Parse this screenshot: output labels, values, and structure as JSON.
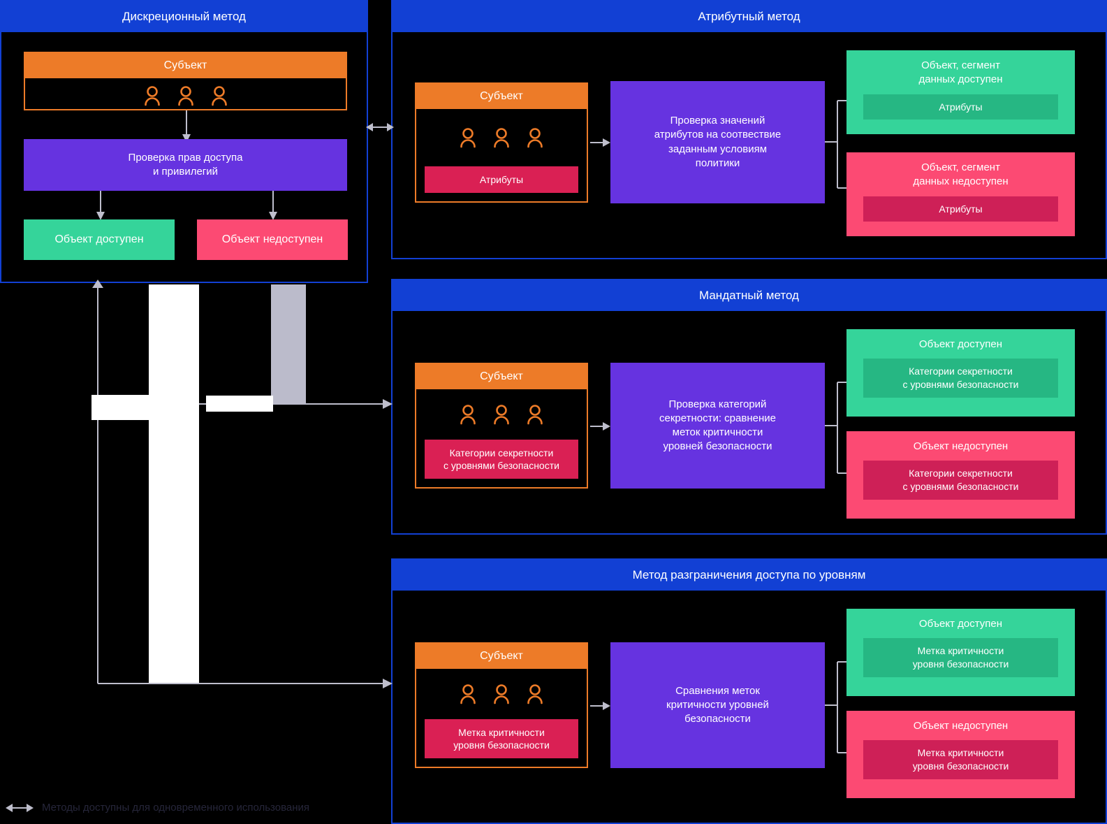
{
  "colors": {
    "background": "#000000",
    "panel_border": "#1240D4",
    "header_blue": "#1240D4",
    "subject_orange": "#ED7B28",
    "process_purple": "#6633E0",
    "allowed_green": "#35D49A",
    "allowed_green_badge": "#26B783",
    "denied_pink": "#FC4A73",
    "denied_pink_badge": "#CE2057",
    "subject_badge_crimson": "#DA2054",
    "connector_grey": "#BEBECC",
    "legend_text": "#26263A"
  },
  "panels": {
    "discretionary": {
      "title": "Дискреционный метод",
      "subject": {
        "title": "Субъект",
        "icon": "person-icon",
        "icon_count": 3
      },
      "process": {
        "text": "Проверка прав доступа\nи привилегий"
      },
      "outcomes": [
        {
          "variant": "green",
          "title": "Объект доступен"
        },
        {
          "variant": "pink",
          "title": "Объект недоступен"
        }
      ]
    },
    "attribute": {
      "title": "Атрибутный метод",
      "subject": {
        "title": "Субъект",
        "icon": "person-icon",
        "icon_count": 3,
        "badge": "Атрибуты"
      },
      "process": {
        "text": "Проверка значений\nатрибутов на соотвествие\nзаданным условиям\nполитики"
      },
      "outcomes": [
        {
          "variant": "green",
          "title": "Объект, сегмент\nданных доступен",
          "badge": "Атрибуты"
        },
        {
          "variant": "pink",
          "title": "Объект, сегмент\nданных недоступен",
          "badge": "Атрибуты"
        }
      ]
    },
    "mandatory": {
      "title": "Мандатный метод",
      "subject": {
        "title": "Субъект",
        "icon": "person-icon",
        "icon_count": 3,
        "badge": "Категории секретности\nс уровнями безопасности"
      },
      "process": {
        "text": "Проверка категорий\nсекретности: сравнение\nметок критичности\nуровней безопасности"
      },
      "outcomes": [
        {
          "variant": "green",
          "title": "Объект доступен",
          "badge": "Категории секретности\nс уровнями безопасности"
        },
        {
          "variant": "pink",
          "title": "Объект недоступен",
          "badge": "Категории секретности\nс уровнями безопасности"
        }
      ]
    },
    "levels": {
      "title": "Метод разграничения доступа по уровням",
      "subject": {
        "title": "Субъект",
        "icon": "person-icon",
        "icon_count": 3,
        "badge": "Метка критичности\nуровня безопасности"
      },
      "process": {
        "text": "Сравнения меток\nкритичности уровней\nбезопасности"
      },
      "outcomes": [
        {
          "variant": "green",
          "title": "Объект доступен",
          "badge": "Метка критичности\nуровня безопасности"
        },
        {
          "variant": "pink",
          "title": "Объект недоступен",
          "badge": "Метка критичности\nуровня безопасности"
        }
      ]
    }
  },
  "legend": {
    "icon": "double-arrow-icon",
    "label": "Методы доступны для одновременного использования"
  }
}
